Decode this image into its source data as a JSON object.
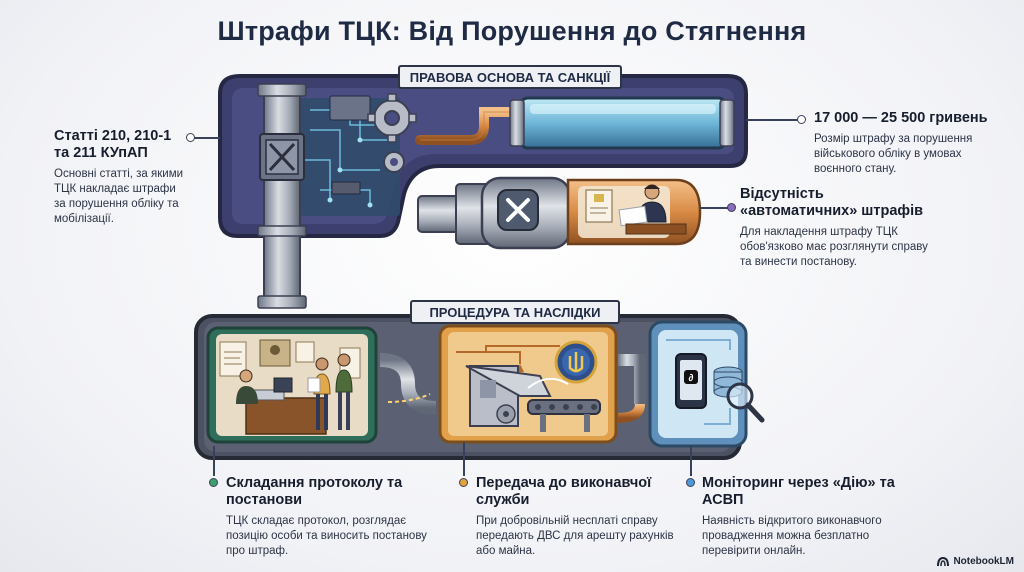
{
  "title": "Штрафи ТЦК: Від Порушення до Стягнення",
  "sections": {
    "top_label": "ПРАВОВА ОСНОВА ТА САНКЦІЇ",
    "bottom_label": "ПРОЦЕДУРА ТА НАСЛІДКИ"
  },
  "callouts": {
    "articles": {
      "title": "Статті 210, 210-1 та 211 КУпАП",
      "text": "Основні статті, за якими ТЦК накладає штрафи за порушення обліку та мобілізації."
    },
    "fine_amount": {
      "title": "17 000 — 25 500 гривень",
      "text": "Розмір штрафу за порушення військового обліку в умовах воєнного стану."
    },
    "no_automatic": {
      "title": "Відсутність «автоматичних» штрафів",
      "text": "Для накладення штрафу ТЦК обов'язково має розглянути справу та винести постанову."
    },
    "protocol": {
      "title": "Складання протоколу та постанови",
      "text": "ТЦК складає протокол, розглядає позицію особи та виносить постанову про штраф."
    },
    "enforcement": {
      "title": "Передача до виконавчої служби",
      "text": "При добровільній несплаті справу передають ДВС для арешту рахунків або майна."
    },
    "monitoring": {
      "title": "Моніторинг через «Дію» та АСВП",
      "text": "Наявність відкритого виконавчого провадження можна безплатно перевірити онлайн."
    }
  },
  "brand": "NotebookLM",
  "colors": {
    "protocol_dot": "#3f9d6e",
    "enforcement_dot": "#e2a43a",
    "monitoring_dot": "#4d9ad6",
    "no_automatic_dot": "#8b6bbd"
  },
  "icons": [
    "gear-icon",
    "x-mark-icon",
    "ukraine-trident-icon",
    "smartphone-icon",
    "database-icon",
    "magnifier-icon",
    "document-icon"
  ]
}
